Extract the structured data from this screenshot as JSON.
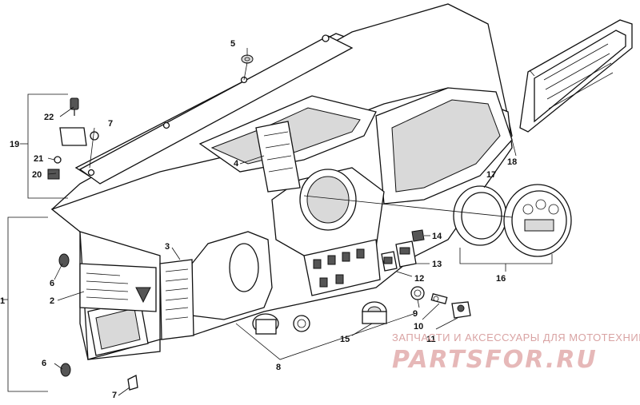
{
  "callouts": {
    "c1": "1",
    "c2": "2",
    "c3": "3",
    "c4": "4",
    "c5": "5",
    "c6a": "6",
    "c6b": "6",
    "c7a": "7",
    "c7b": "7",
    "c8": "8",
    "c9": "9",
    "c10": "10",
    "c11": "11",
    "c12": "12",
    "c13": "13",
    "c14": "14",
    "c15": "15",
    "c16": "16",
    "c17": "17",
    "c18": "18",
    "c19": "19",
    "c20": "20",
    "c21": "21",
    "c22": "22"
  },
  "watermark": {
    "line1": "ЗАПЧАСТИ И АКСЕССУАРЫ ДЛЯ МОТОТЕХНИКИ",
    "logo": "PARTSFOR.RU"
  }
}
